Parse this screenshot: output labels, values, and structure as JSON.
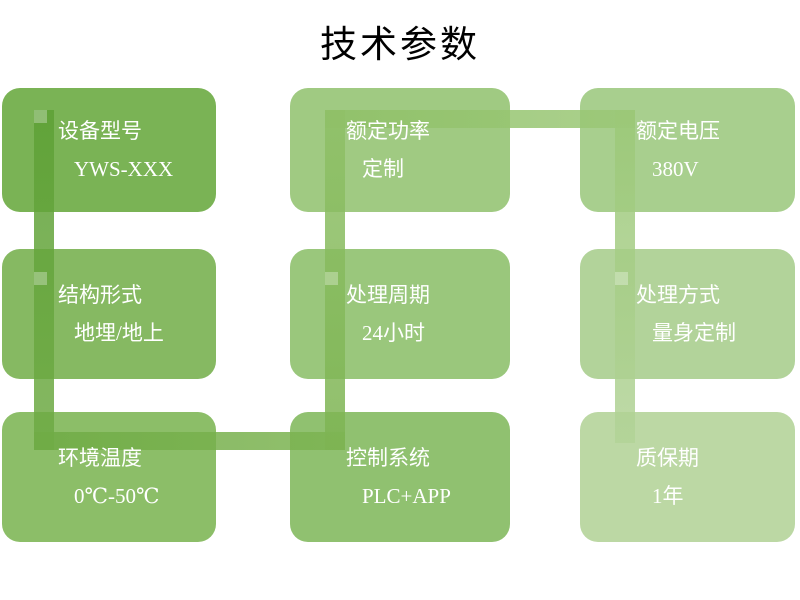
{
  "title": "技术参数",
  "cards": [
    {
      "label": "设备型号",
      "value": "YWS-XXX",
      "color": "#7AB355"
    },
    {
      "label": "额定功率",
      "value": "定制",
      "color": "#A0CA82"
    },
    {
      "label": "额定电压",
      "value": "380V",
      "color": "#A8CF8E"
    },
    {
      "label": "结构形式",
      "value": "地埋/地上",
      "color": "#86B962"
    },
    {
      "label": "处理周期",
      "value": "24小时",
      "color": "#9AC77C"
    },
    {
      "label": "处理方式",
      "value": "量身定制",
      "color": "#B2D39A"
    },
    {
      "label": "环境温度",
      "value": "0℃-50℃",
      "color": "#8CBE68"
    },
    {
      "label": "控制系统",
      "value": "PLC+APP",
      "color": "#90C170"
    },
    {
      "label": "质保期",
      "value": "1年",
      "color": "#BCD8A4"
    }
  ],
  "connector": {
    "alpha": 0.85,
    "segments": [
      {
        "dir": "v",
        "from": "#5DA035",
        "to": "#6FAB45"
      },
      {
        "dir": "h",
        "from": "#6FAB45",
        "to": "#7DB452"
      },
      {
        "dir": "v",
        "from": "#8FC067",
        "to": "#7DB452"
      },
      {
        "dir": "h",
        "from": "#8FC067",
        "to": "#9BC877"
      },
      {
        "dir": "v",
        "from": "#9BC877",
        "to": "#B2D397"
      }
    ]
  }
}
